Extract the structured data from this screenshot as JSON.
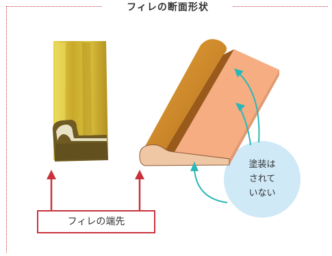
{
  "title": "フィレの断面形状",
  "label": "フィレの端先",
  "note": {
    "lines": [
      "塗装は",
      "されて",
      "いない"
    ]
  },
  "colors": {
    "frame": "#c8323b",
    "arrow": "#2ab7b7",
    "circle": "#cfe9f7",
    "wood_top": "#c98a2a",
    "wood_face": "#f5a97a",
    "photo_gold": "#c9a92a"
  }
}
